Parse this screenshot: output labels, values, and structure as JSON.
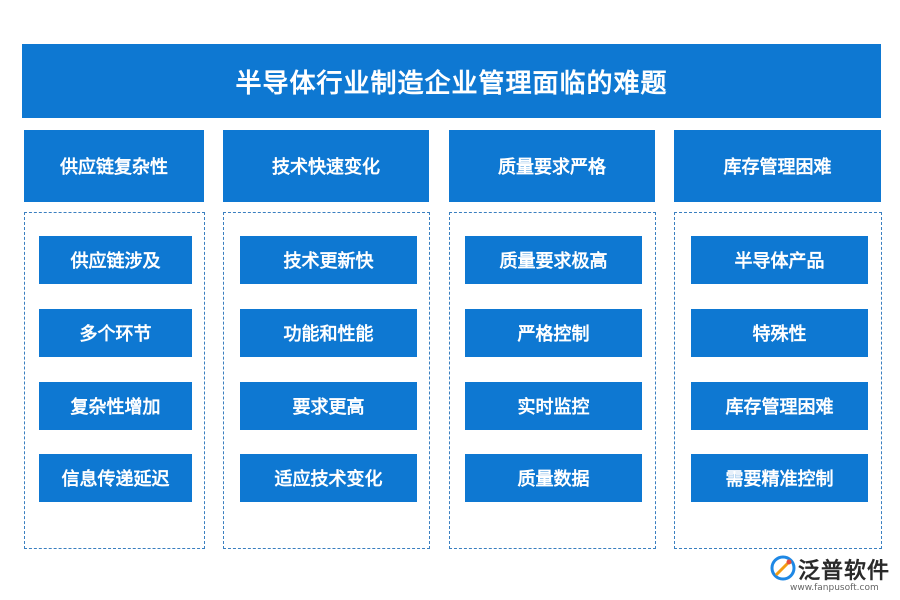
{
  "title": "半导体行业制造企业管理面临的难题",
  "columns": [
    {
      "header": "供应链复杂性",
      "items": [
        "供应链涉及",
        "多个环节",
        "复杂性增加",
        "信息传递延迟"
      ]
    },
    {
      "header": "技术快速变化",
      "items": [
        "技术更新快",
        "功能和性能",
        "要求更高",
        "适应技术变化"
      ]
    },
    {
      "header": "质量要求严格",
      "items": [
        "质量要求极高",
        "严格控制",
        "实时监控",
        "质量数据"
      ]
    },
    {
      "header": "库存管理困难",
      "items": [
        "半导体产品",
        "特殊性",
        "库存管理困难",
        "需要精准控制"
      ]
    }
  ],
  "logo": {
    "text": "泛普软件",
    "url": "www.fanpusoft.com"
  },
  "colors": {
    "primary": "#0e78d2",
    "border": "#3a7fc0"
  }
}
